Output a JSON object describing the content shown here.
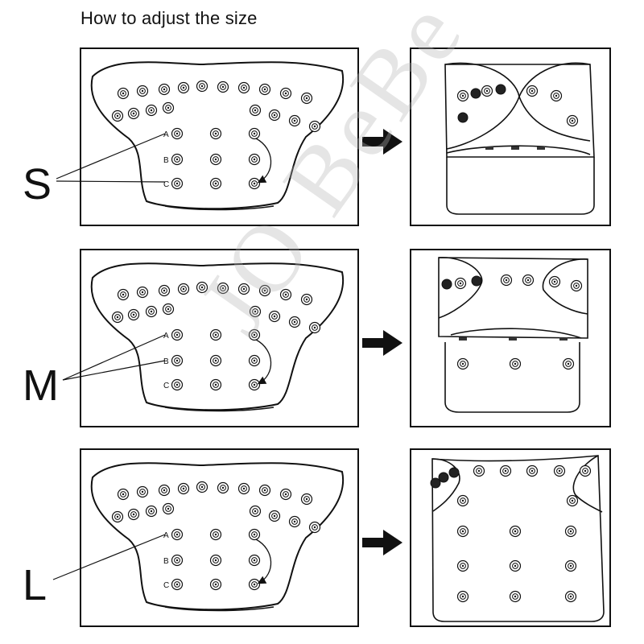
{
  "title": "How to adjust the size",
  "rows": [
    {
      "size": "S",
      "rise_labels": [
        "A",
        "B",
        "C"
      ]
    },
    {
      "size": "M",
      "rise_labels": [
        "A",
        "B",
        "C"
      ]
    },
    {
      "size": "L",
      "rise_labels": [
        "A",
        "B",
        "C"
      ]
    }
  ],
  "watermark": "JO BeBe",
  "colors": {
    "line": "#111111",
    "snap_fill": "#ffffff",
    "snap_dark": "#222222"
  }
}
